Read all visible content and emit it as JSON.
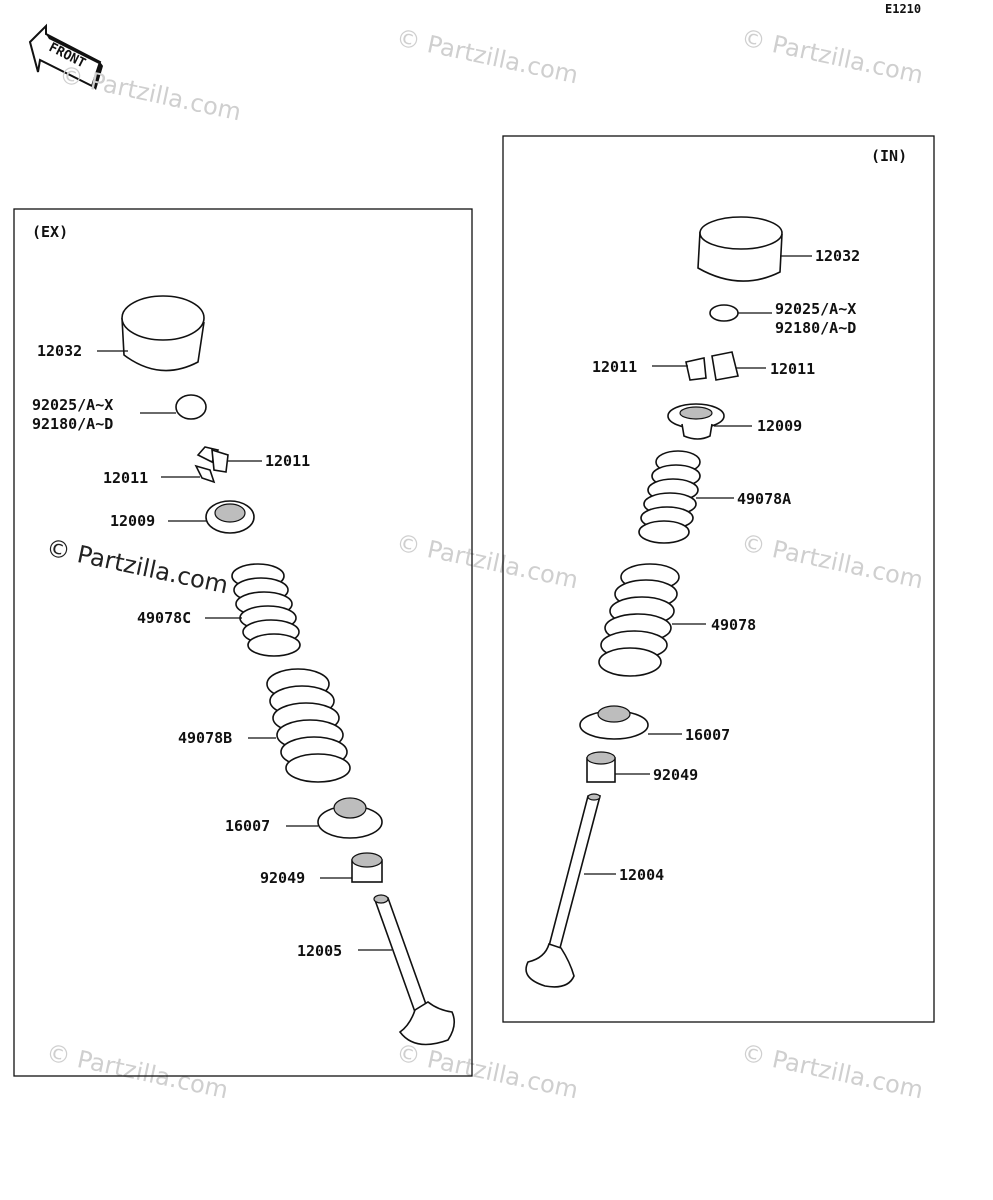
{
  "code": "E1210",
  "front_label": "FRONT",
  "watermark": "© Partzilla.com",
  "ex": {
    "header": "(EX)",
    "labels": {
      "tappet": "12032",
      "shim1": "92025/A~X",
      "shim2": "92180/A~D",
      "cotter_right": "12011",
      "cotter_left": "12011",
      "retainer": "12009",
      "inner_spring": "49078C",
      "outer_spring": "49078B",
      "spring_seat": "16007",
      "oil_seal": "92049",
      "valve": "12005"
    }
  },
  "in": {
    "header": "(IN)",
    "labels": {
      "tappet": "12032",
      "shim1": "92025/A~X",
      "shim2": "92180/A~D",
      "cotter_left": "12011",
      "cotter_right": "12011",
      "retainer": "12009",
      "inner_spring": "49078A",
      "outer_spring": "49078",
      "spring_seat": "16007",
      "oil_seal": "92049",
      "valve": "12004"
    }
  }
}
